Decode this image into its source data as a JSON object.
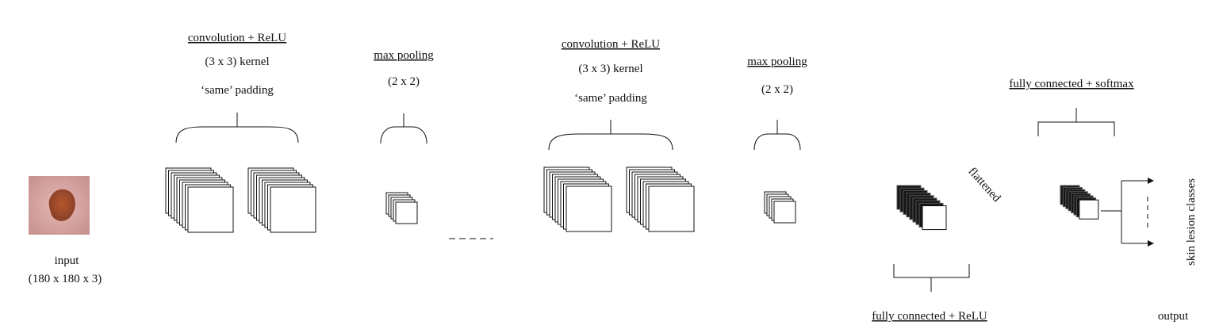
{
  "input": {
    "label": "input",
    "dims": "(180 x 180 x 3)"
  },
  "block1": {
    "conv_title": "convolution + ReLU",
    "kernel": "(3 x 3) kernel",
    "padding": "‘same’ padding",
    "pool_title": "max pooling",
    "pool_size": "(2 x 2)"
  },
  "block2": {
    "conv_title": "convolution + ReLU",
    "kernel": "(3 x 3) kernel",
    "padding": "‘same’ padding",
    "pool_title": "max pooling",
    "pool_size": "(2 x 2)"
  },
  "dense": {
    "flattened": "flattened",
    "fc_relu": "fully connected + ReLU",
    "fc_softmax": "fully connected + softmax",
    "classes": "skin lesion classes",
    "output": "output"
  },
  "colors": {
    "stroke": "#111111",
    "skin": "#d8a7a6",
    "lesion": "#9c4a2c",
    "dark_slice": "#1a1a1a"
  }
}
